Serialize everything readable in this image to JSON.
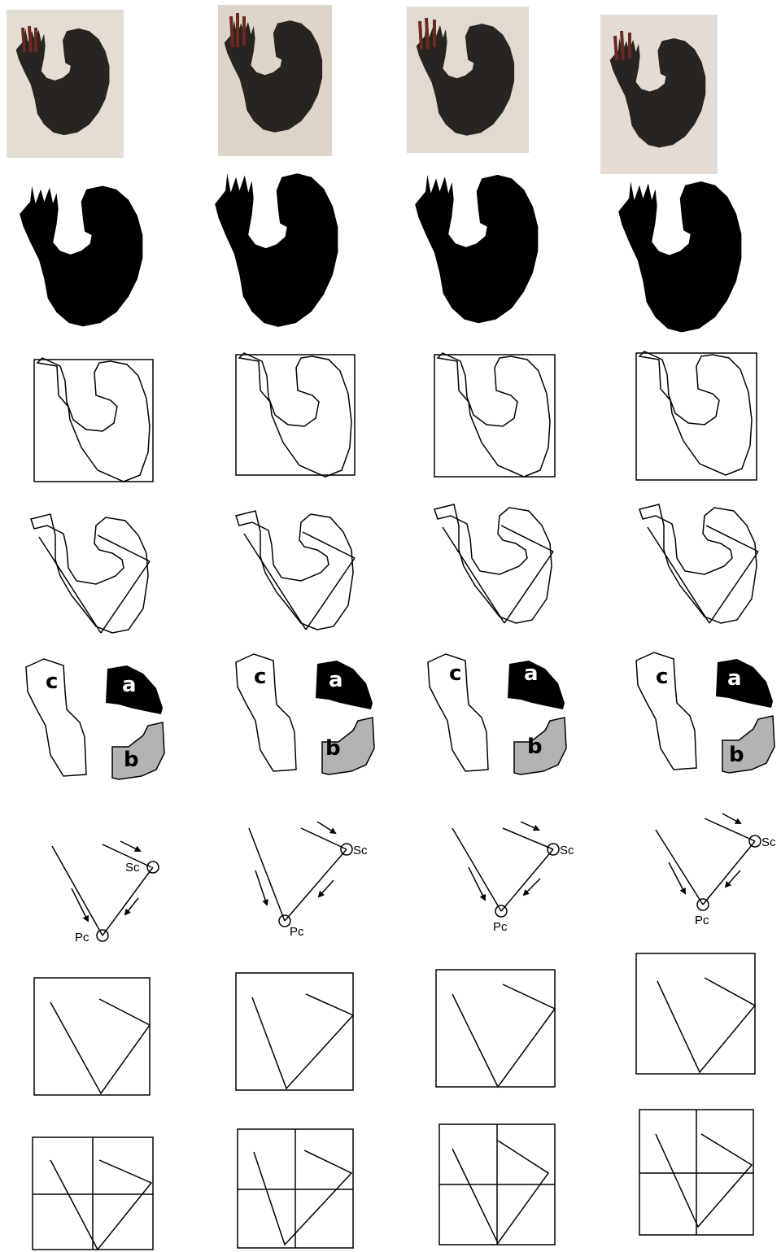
{
  "labels": {
    "region_a": "a",
    "region_b": "b",
    "region_c": "c",
    "primary_corner": "Pc",
    "secondary_corner": "Sc"
  },
  "colors": {
    "parchment": "#e3ddd3",
    "ink": "#2a2420",
    "ink_red": "#6a2a20",
    "silhouette": "#000000",
    "region_b_fill": "#b3b3b3",
    "outline": "#000000"
  },
  "rows": [
    "photograph",
    "binary-silhouette",
    "bounding-box-contour",
    "skeleton-lines",
    "segmented-regions",
    "stroke-direction",
    "skeleton-in-box",
    "skeleton-in-quadrant-grid"
  ]
}
